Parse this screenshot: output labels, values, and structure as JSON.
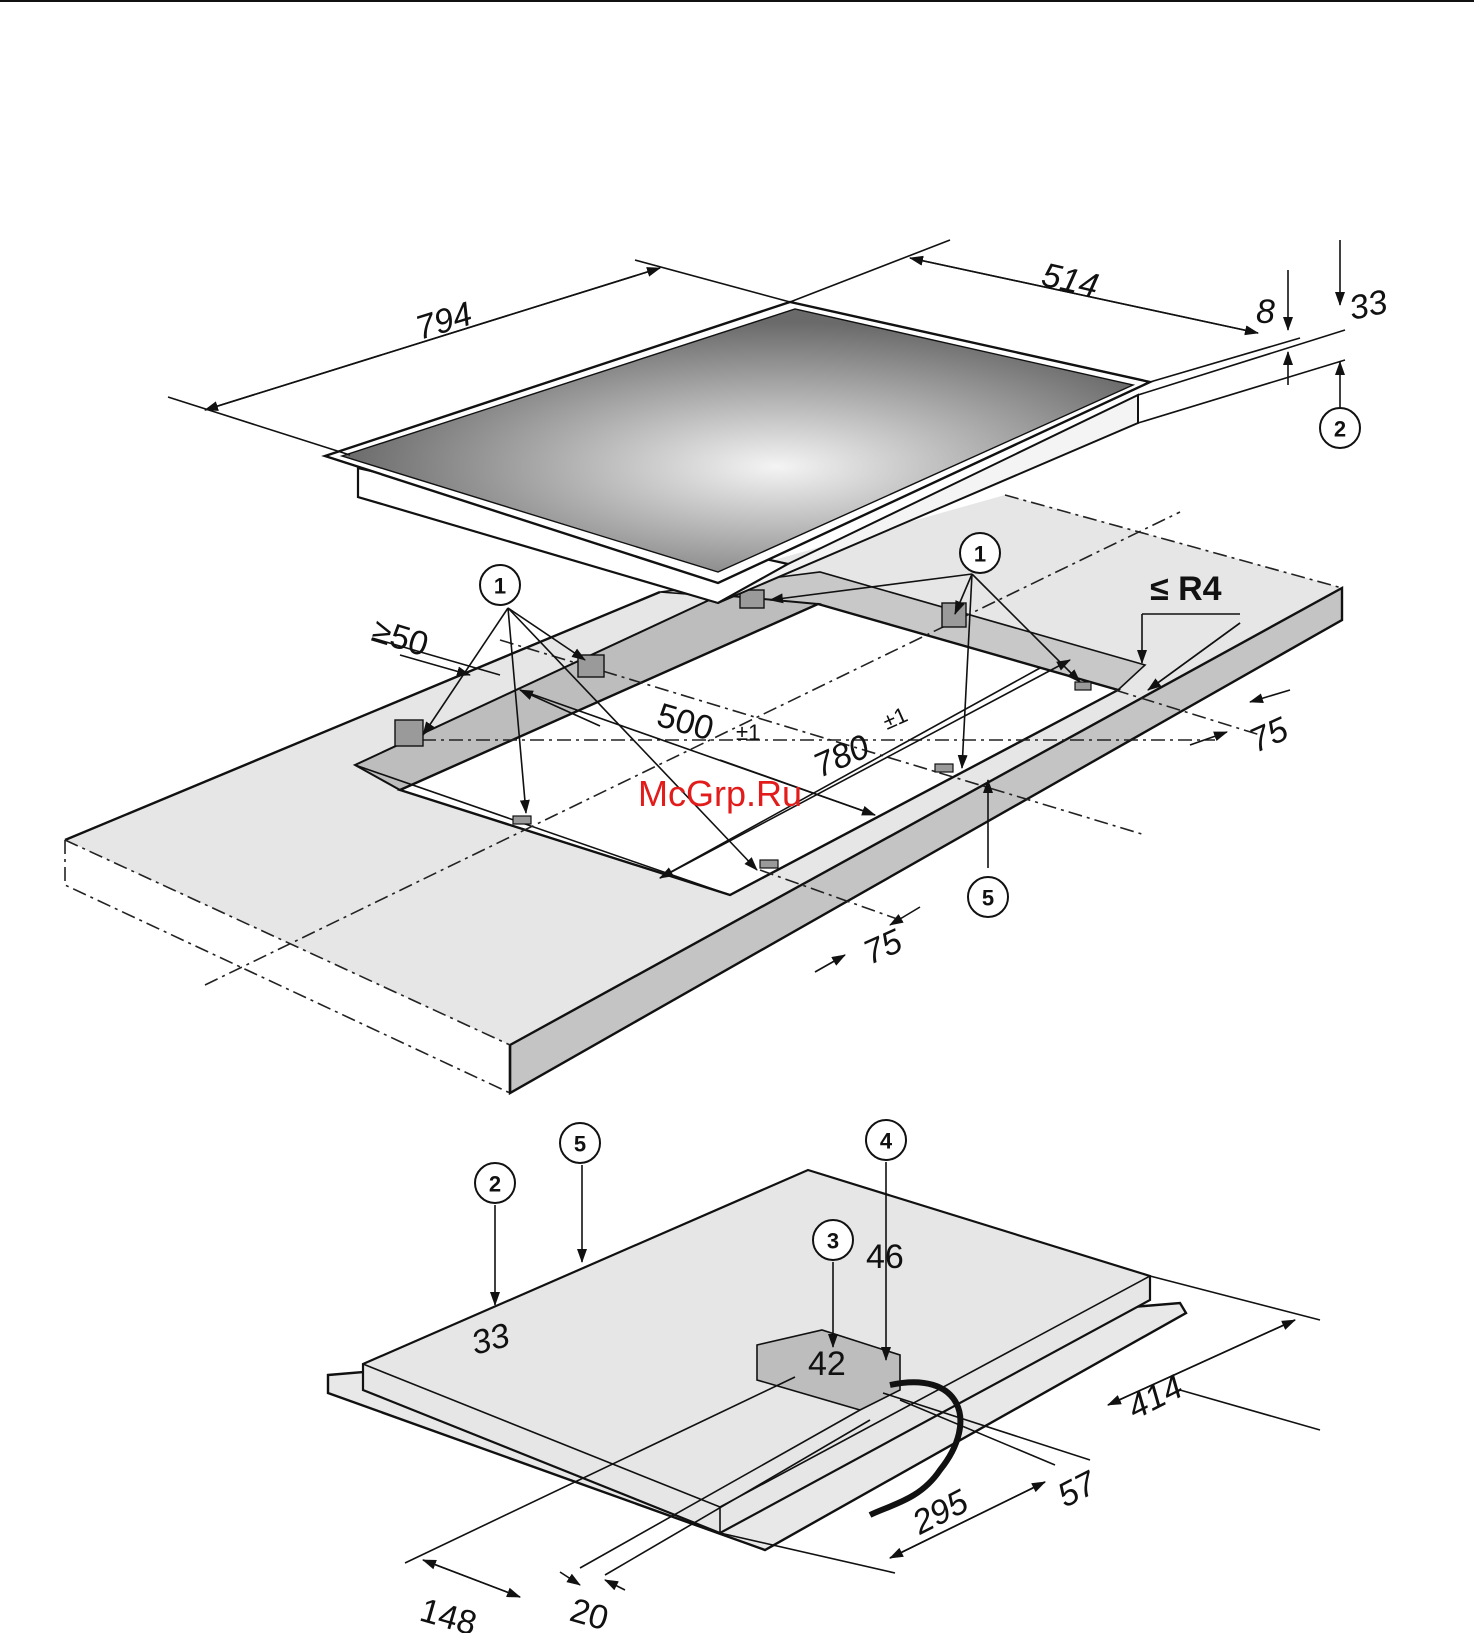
{
  "top_dimensions": {
    "width": "794",
    "depth": "514",
    "glass_thickness": "8",
    "overall_height": "33"
  },
  "cutout_dimensions": {
    "min_wall_distance": "≥50",
    "cutout_depth": "500",
    "cutout_depth_tol": "±1",
    "cutout_width": "780",
    "cutout_width_tol": "±1",
    "corner_radius": "≤ R4",
    "clamp_offset_right": "75",
    "clamp_offset_front": "75"
  },
  "callouts": {
    "clamps_left": "1",
    "clamps_right": "1",
    "height_ref": "2",
    "worktop_ref": "5",
    "bottom_height_ref": "2",
    "bottom_worktop_ref": "5",
    "connection_box_ref": "3",
    "cable_ref": "4"
  },
  "bottom_dimensions": {
    "overall_height": "33",
    "box_height": "42",
    "cable_height": "46",
    "depth_414": "414",
    "offset_57": "57",
    "offset_295": "295",
    "offset_148": "148",
    "offset_20": "20"
  },
  "watermark": "McGrp.Ru",
  "colors": {
    "line": "#111111",
    "worktop": "#e6e6e6",
    "worktop_edge": "#c4c4c4",
    "watermark": "#e21b1b"
  }
}
